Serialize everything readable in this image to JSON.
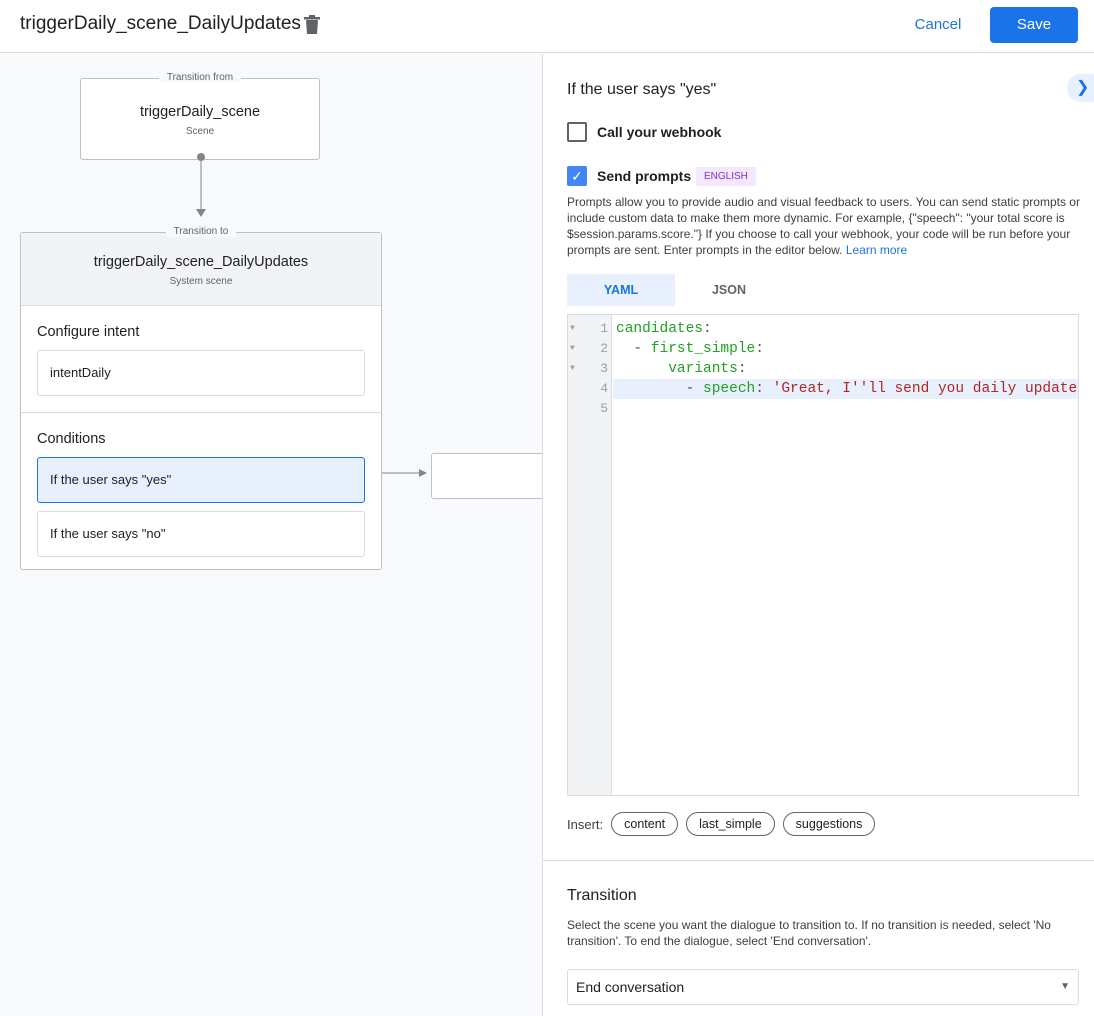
{
  "header": {
    "title": "triggerDaily_scene_DailyUpdates",
    "cancel": "Cancel",
    "save": "Save"
  },
  "canvas": {
    "from": {
      "legend": "Transition from",
      "name": "triggerDaily_scene",
      "type": "Scene"
    },
    "to": {
      "legend": "Transition to",
      "name": "triggerDaily_scene_DailyUpdates",
      "type": "System scene",
      "intent_title": "Configure intent",
      "intent": "intentDaily",
      "conditions_title": "Conditions",
      "conditions": [
        "If the user says \"yes\"",
        "If the user says \"no\""
      ]
    }
  },
  "panel": {
    "title": "If the user says \"yes\"",
    "webhook": {
      "label": "Call your webhook",
      "checked": false
    },
    "prompts": {
      "label": "Send prompts",
      "checked": true,
      "badge": "ENGLISH",
      "description": "Prompts allow you to provide audio and visual feedback to users. You can send static prompts or include custom data to make them more dynamic. For example, {\"speech\": \"your total score is $session.params.score.\"} If you choose to call your webhook, your code will be run before your prompts are sent. Enter prompts in the editor below.",
      "learn_more": "Learn more"
    },
    "tabs": [
      "YAML",
      "JSON"
    ],
    "active_tab": "YAML",
    "code": [
      {
        "n": "1",
        "key": "candidates",
        "indent": "",
        "dash": "",
        "val": ""
      },
      {
        "n": "2",
        "key": "first_simple",
        "indent": "  ",
        "dash": "- ",
        "val": ""
      },
      {
        "n": "3",
        "key": "variants",
        "indent": "      ",
        "dash": "",
        "val": ""
      },
      {
        "n": "4",
        "key": "speech",
        "indent": "        ",
        "dash": "- ",
        "val": " 'Great, I''ll send you daily updates."
      },
      {
        "n": "5",
        "key": "",
        "indent": "",
        "dash": "",
        "val": ""
      }
    ],
    "insert_label": "Insert:",
    "insert_chips": [
      "content",
      "last_simple",
      "suggestions"
    ],
    "transition": {
      "title": "Transition",
      "description": "Select the scene you want the dialogue to transition to. If no transition is needed, select 'No transition'. To end the dialogue, select 'End conversation'.",
      "selected": "End conversation"
    }
  },
  "colors": {
    "accent": "#1a73e8",
    "selected_bg": "#e8f0fe"
  }
}
